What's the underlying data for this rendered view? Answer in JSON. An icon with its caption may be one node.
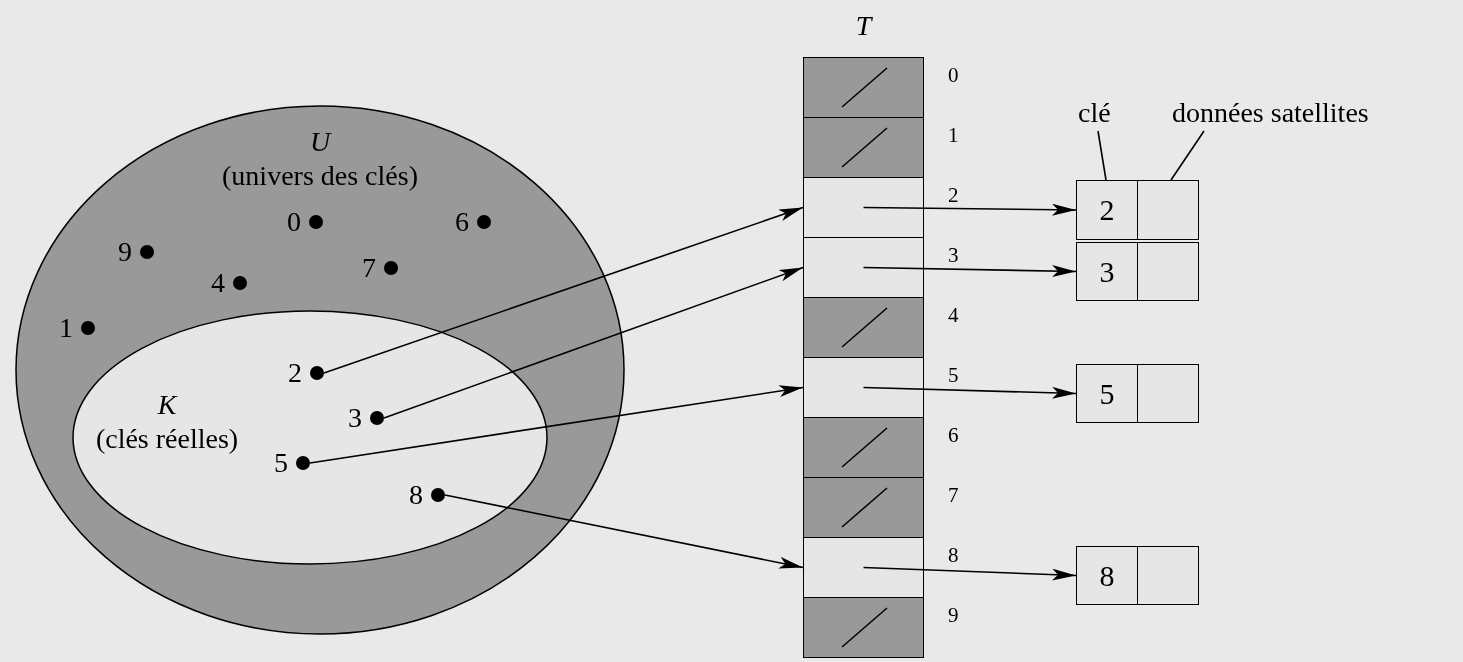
{
  "diagram": {
    "nodes": [
      {
        "text": [
          "U",
          "(univers des clés)"
        ]
      },
      {
        "text": [
          "K",
          "(clés réelles)"
        ],
        "in": 0
      },
      {
        "text": [
          "0"
        ],
        "in": 0
      },
      {
        "text": [
          "6"
        ],
        "in": 0
      },
      {
        "text": [
          "9"
        ],
        "in": 0
      },
      {
        "text": [
          "7"
        ],
        "in": 0
      },
      {
        "text": [
          "4"
        ],
        "in": 0
      },
      {
        "text": [
          "1"
        ],
        "in": 0
      },
      {
        "text": [
          "2"
        ],
        "in": 1
      },
      {
        "text": [
          "3"
        ],
        "in": 1
      },
      {
        "text": [
          "5"
        ],
        "in": 1
      },
      {
        "text": [
          "8"
        ],
        "in": 1
      },
      {
        "text": [
          "T"
        ]
      },
      {
        "text": [],
        "shape": "box",
        "in": 12,
        "beside": [
          "0"
        ]
      },
      {
        "text": [],
        "shape": "box",
        "in": 12,
        "beside": [
          "1"
        ]
      },
      {
        "text": [],
        "shape": "box",
        "in": 12,
        "beside": [
          "2"
        ]
      },
      {
        "text": [],
        "shape": "box",
        "in": 12,
        "beside": [
          "3"
        ]
      },
      {
        "text": [],
        "shape": "box",
        "in": 12,
        "beside": [
          "4"
        ]
      },
      {
        "text": [],
        "shape": "box",
        "in": 12,
        "beside": [
          "5"
        ]
      },
      {
        "text": [],
        "shape": "box",
        "in": 12,
        "beside": [
          "6"
        ]
      },
      {
        "text": [],
        "shape": "box",
        "in": 12,
        "beside": [
          "7"
        ]
      },
      {
        "text": [],
        "shape": "box",
        "in": 12,
        "beside": [
          "8"
        ]
      },
      {
        "text": [],
        "shape": "box",
        "in": 12,
        "beside": [
          "9"
        ]
      },
      {
        "text": [
          "clé"
        ]
      },
      {
        "text": [
          "données satellites"
        ]
      },
      {
        "text": [
          "2"
        ]
      },
      {
        "text": [],
        "shape": "box"
      },
      {
        "text": [
          "3"
        ]
      },
      {
        "text": [],
        "shape": "box"
      },
      {
        "text": [
          "5"
        ]
      },
      {
        "text": [],
        "shape": "box"
      },
      {
        "text": [
          "8"
        ]
      },
      {
        "text": [],
        "shape": "box"
      }
    ],
    "edges": [
      {
        "from": 8,
        "to": 15,
        "arrow": "to"
      },
      {
        "from": 9,
        "to": 16,
        "arrow": "to"
      },
      {
        "from": 10,
        "to": 18,
        "arrow": "to"
      },
      {
        "from": 11,
        "to": 21,
        "arrow": "to"
      },
      {
        "from": 15,
        "to": 25,
        "arrow": "to"
      },
      {
        "from": 16,
        "to": 27,
        "arrow": "to"
      },
      {
        "from": 18,
        "to": 29,
        "arrow": "to"
      },
      {
        "from": 21,
        "to": 31,
        "arrow": "to"
      },
      {
        "from": 23,
        "to": 25,
        "arrow": "none"
      },
      {
        "from": 24,
        "to": 26,
        "arrow": "none"
      }
    ]
  }
}
